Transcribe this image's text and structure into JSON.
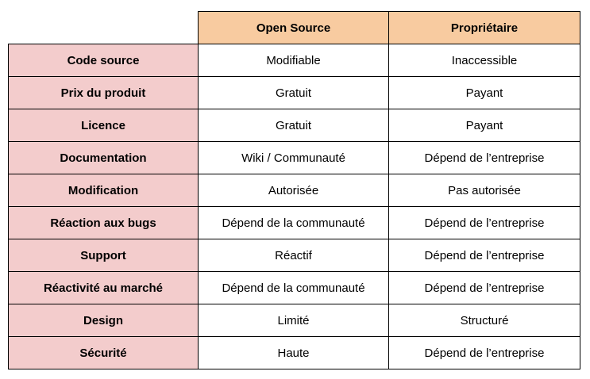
{
  "table": {
    "columns": [
      "",
      "Open Source",
      "Propriétaire"
    ],
    "rows": [
      {
        "label": "Code source",
        "open_source": "Modifiable",
        "proprietaire": "Inaccessible"
      },
      {
        "label": "Prix du produit",
        "open_source": "Gratuit",
        "proprietaire": "Payant"
      },
      {
        "label": "Licence",
        "open_source": "Gratuit",
        "proprietaire": "Payant"
      },
      {
        "label": "Documentation",
        "open_source": "Wiki / Communauté",
        "proprietaire": "Dépend de l’entreprise"
      },
      {
        "label": "Modification",
        "open_source": "Autorisée",
        "proprietaire": "Pas autorisée"
      },
      {
        "label": "Réaction aux bugs",
        "open_source": "Dépend de la communauté",
        "proprietaire": "Dépend de l’entreprise"
      },
      {
        "label": "Support",
        "open_source": "Réactif",
        "proprietaire": "Dépend de l’entreprise"
      },
      {
        "label": "Réactivité au marché",
        "open_source": "Dépend de la communauté",
        "proprietaire": "Dépend de l’entreprise"
      },
      {
        "label": "Design",
        "open_source": "Limité",
        "proprietaire": "Structuré"
      },
      {
        "label": "Sécurité",
        "open_source": "Haute",
        "proprietaire": "Dépend de l’entreprise"
      }
    ]
  },
  "colors": {
    "header_bg": "#f8cba0",
    "row_header_bg": "#f3cccc",
    "border": "#000000"
  }
}
